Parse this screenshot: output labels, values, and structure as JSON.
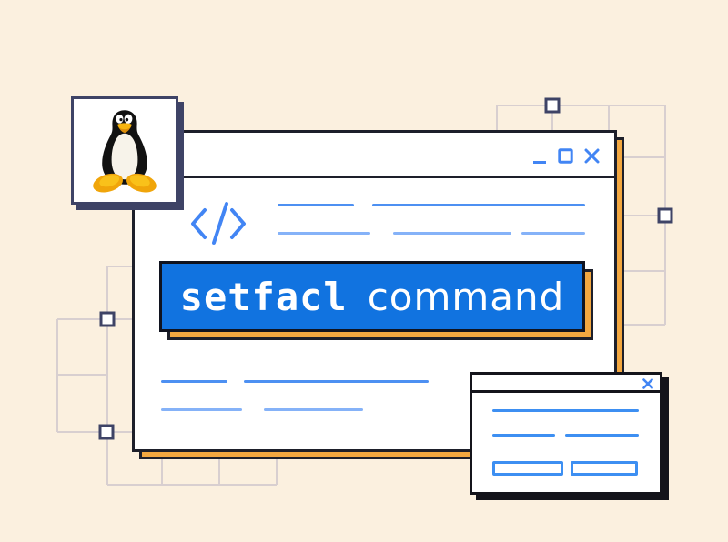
{
  "page": {
    "background_color": "#fbf0df",
    "theme": "linux setfacl command illustration"
  },
  "colors": {
    "accent_blue": "#4285f4",
    "light_blue": "#85b2f8",
    "banner_blue": "#1173e0",
    "orange_shadow": "#f2a740",
    "ink": "#1d1f2a",
    "navy": "#3e4366",
    "grid_line": "#d8cfd0"
  },
  "logo_panel": {
    "icon": "tux-linux-logo"
  },
  "main_window": {
    "controls": {
      "minimize": "minimize-icon",
      "maximize": "maximize-icon",
      "close": "close-icon"
    },
    "code_glyph": "</>",
    "banner": {
      "keyword": "setfacl",
      "suffix": "command",
      "full_text": "setfacl command"
    }
  },
  "popup_dialog": {
    "close": "close-icon",
    "button_count": 2
  }
}
